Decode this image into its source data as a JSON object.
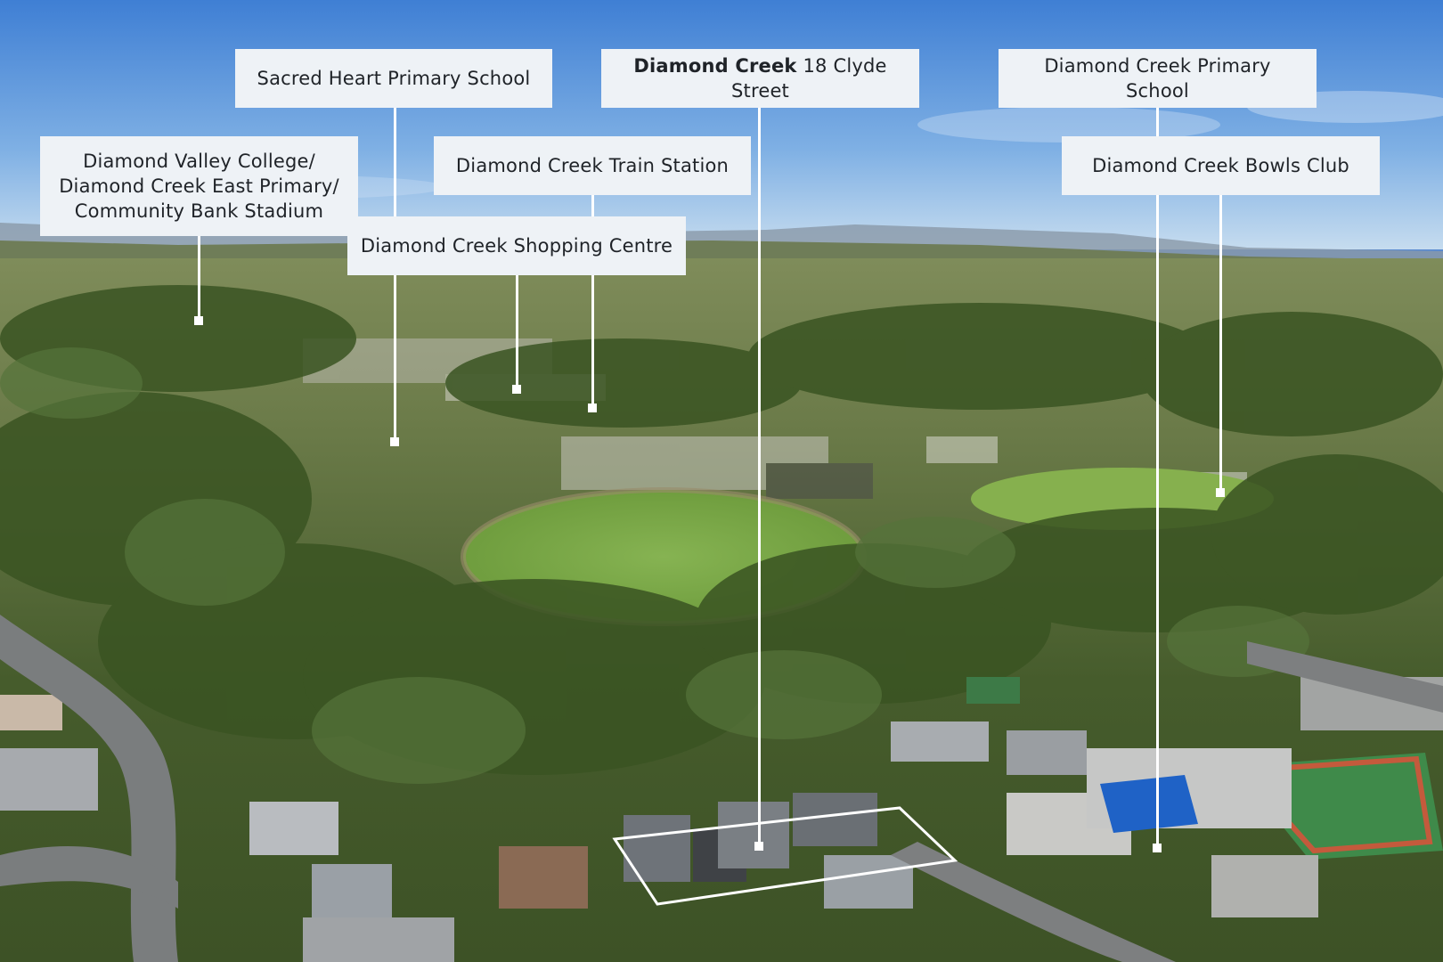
{
  "image": {
    "description_icon": "aerial-photo",
    "boundary_color": "#ffffff",
    "label_bg": "#eef2f6"
  },
  "labels": {
    "sacred_heart": "Sacred Heart Primary School",
    "subject_suburb": "Diamond Creek",
    "subject_address": "18 Clyde Street",
    "dc_primary": "Diamond Creek Primary School",
    "dvc_line1": "Diamond Valley College/",
    "dvc_line2": "Diamond Creek East Primary/",
    "dvc_line3": "Community Bank Stadium",
    "train_station": "Diamond Creek Train Station",
    "bowls_club": "Diamond Creek Bowls Club",
    "shopping_centre": "Diamond Creek Shopping Centre"
  }
}
